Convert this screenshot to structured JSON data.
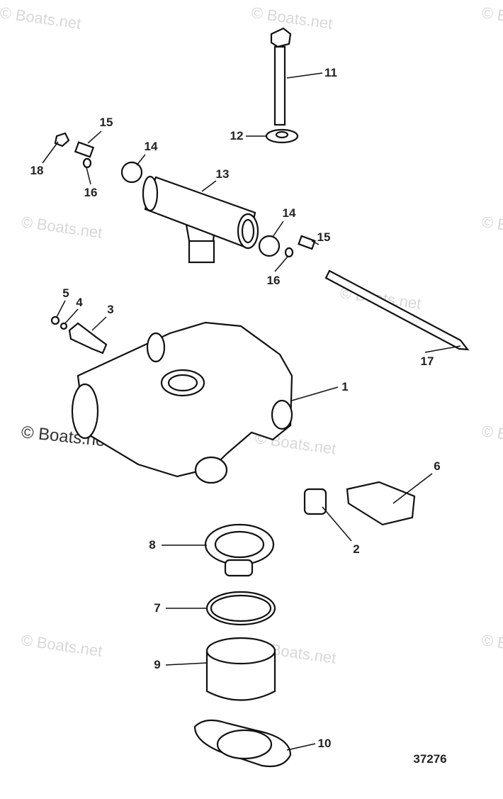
{
  "watermark": "© Boats.net",
  "diagram_number": "37276",
  "callouts": [
    {
      "id": "c11",
      "text": "11"
    },
    {
      "id": "c12",
      "text": "12"
    },
    {
      "id": "c13",
      "text": "13"
    },
    {
      "id": "c14a",
      "text": "14"
    },
    {
      "id": "c15a",
      "text": "15"
    },
    {
      "id": "c16a",
      "text": "16"
    },
    {
      "id": "c18",
      "text": "18"
    },
    {
      "id": "c14b",
      "text": "14"
    },
    {
      "id": "c15b",
      "text": "15"
    },
    {
      "id": "c16b",
      "text": "16"
    },
    {
      "id": "c5",
      "text": "5"
    },
    {
      "id": "c4",
      "text": "4"
    },
    {
      "id": "c3",
      "text": "3"
    },
    {
      "id": "c17",
      "text": "17"
    },
    {
      "id": "c1",
      "text": "1"
    },
    {
      "id": "c6",
      "text": "6"
    },
    {
      "id": "c2",
      "text": "2"
    },
    {
      "id": "c8",
      "text": "8"
    },
    {
      "id": "c7",
      "text": "7"
    },
    {
      "id": "c9",
      "text": "9"
    },
    {
      "id": "c10",
      "text": "10"
    }
  ]
}
